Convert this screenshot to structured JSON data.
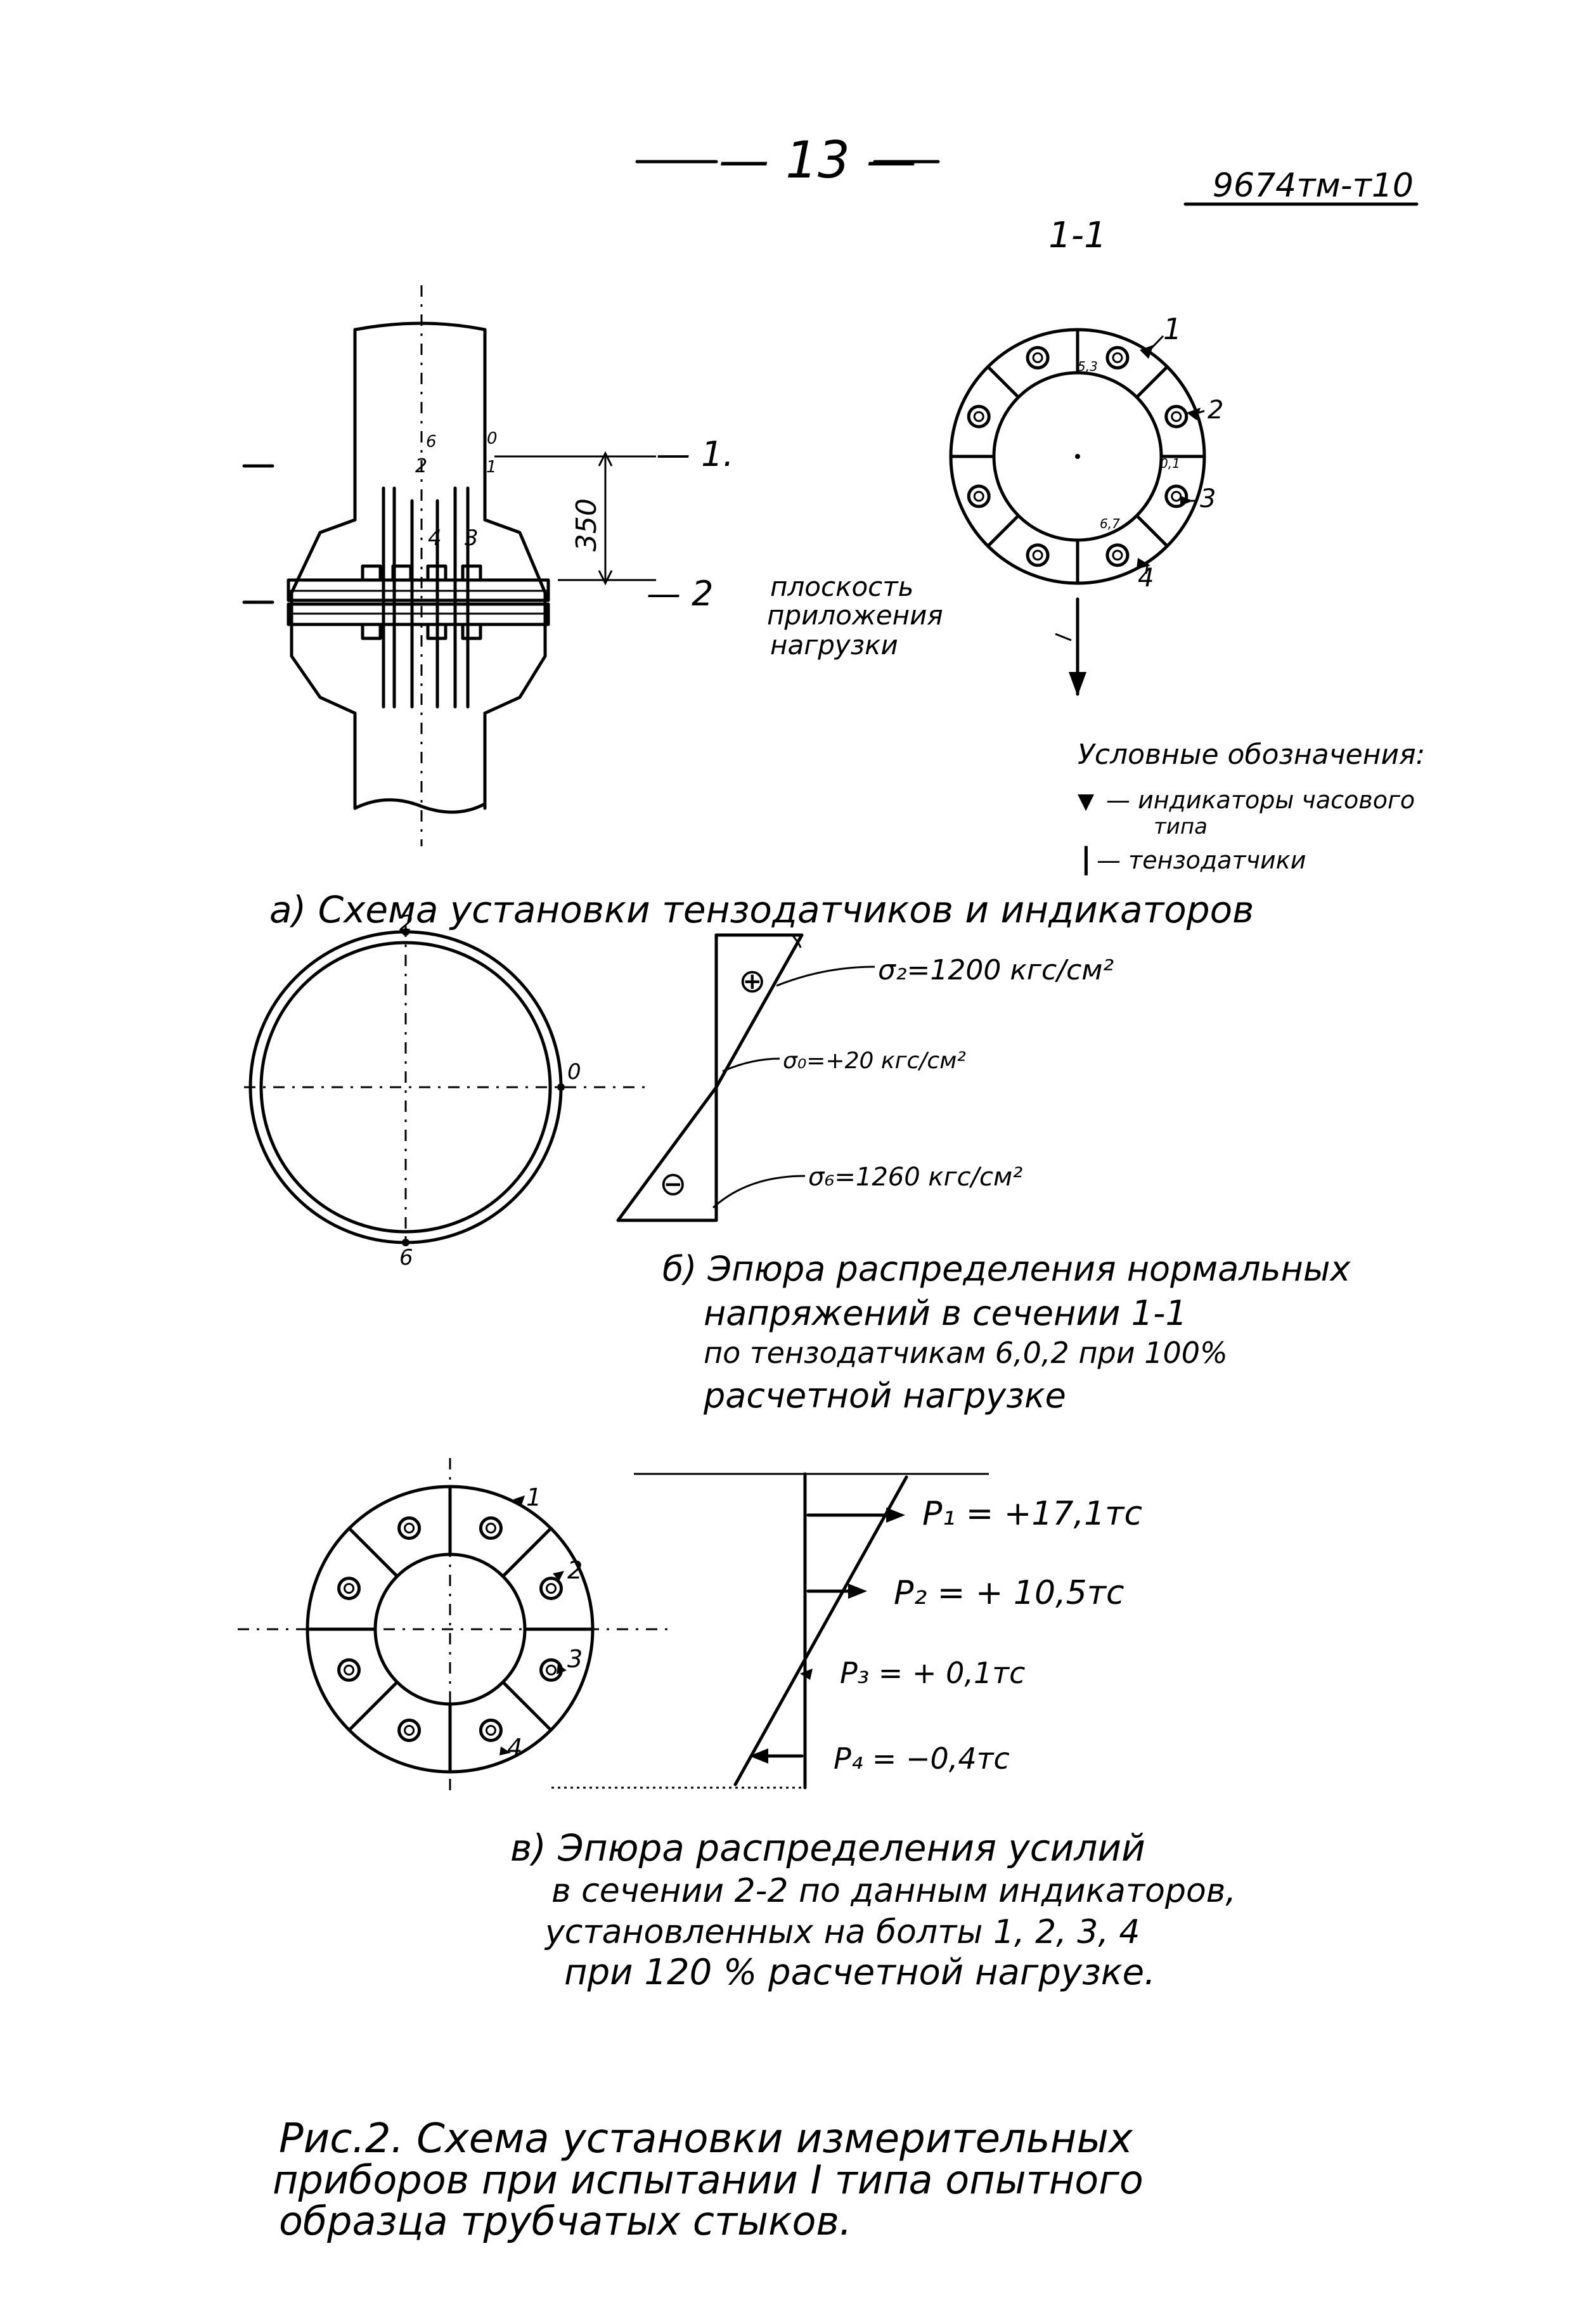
{
  "header": {
    "page_number": "— 13 —",
    "doc_code": "9674тм-т10"
  },
  "fig_a": {
    "section_label": "1-1",
    "elevation": {
      "cut_1": "— 1.",
      "cut_2": "— 2",
      "dimension": "350",
      "gauge_top_labels": [
        "6",
        "0",
        "1",
        "2"
      ],
      "bolt_labels": [
        "4",
        "3"
      ]
    },
    "plan_1_1": {
      "bolt_numbers": [
        "1",
        "2",
        "3",
        "4"
      ],
      "gauge_tags": [
        "5,3",
        "0,1",
        "6,7"
      ]
    },
    "load_plane_label": [
      "плоскость",
      "приложения",
      "нагрузки"
    ],
    "legend": {
      "title": "Условные обозначения:",
      "indicator_symbol": "▼",
      "indicator_text_1": "— индикаторы часового",
      "indicator_text_2": "типа",
      "gauge_symbol": "|",
      "gauge_text": "— тензодатчики"
    },
    "caption": "а) Схема установки тензодатчиков и индикаторов"
  },
  "fig_b": {
    "ring_labels": {
      "top": "2",
      "right": "0",
      "bottom": "6"
    },
    "sign_plus": "⊕",
    "sign_minus": "⊖",
    "stress_top": "σ₂=1200 кгс/см²",
    "stress_mid": "σ₀=+20 кгс/см²",
    "stress_bottom": "σ₆=1260 кгс/см²",
    "caption_lines": [
      "б) Эпюра распределения нормальных",
      "напряжений в сечении 1-1",
      "по тензодатчикам 6,0,2 при 100%",
      "расчетной нагрузке"
    ]
  },
  "fig_c": {
    "bolt_numbers": [
      "1",
      "2",
      "3",
      "4"
    ],
    "forces": [
      "P₁ = +17,1тс",
      "P₂ = + 10,5тс",
      "P₃ = + 0,1тс",
      "P₄ = −0,4тс"
    ],
    "caption_lines": [
      "в) Эпюра распределения усилий",
      "в сечении 2-2 по данным индикаторов,",
      "установленных на болты 1, 2, 3, 4",
      "при 120 % расчетной нагрузке."
    ]
  },
  "figure_caption_lines": [
    "Рис.2. Схема установки измерительных",
    "приборов при испытании I типа опытного",
    "образца трубчатых стыков."
  ]
}
